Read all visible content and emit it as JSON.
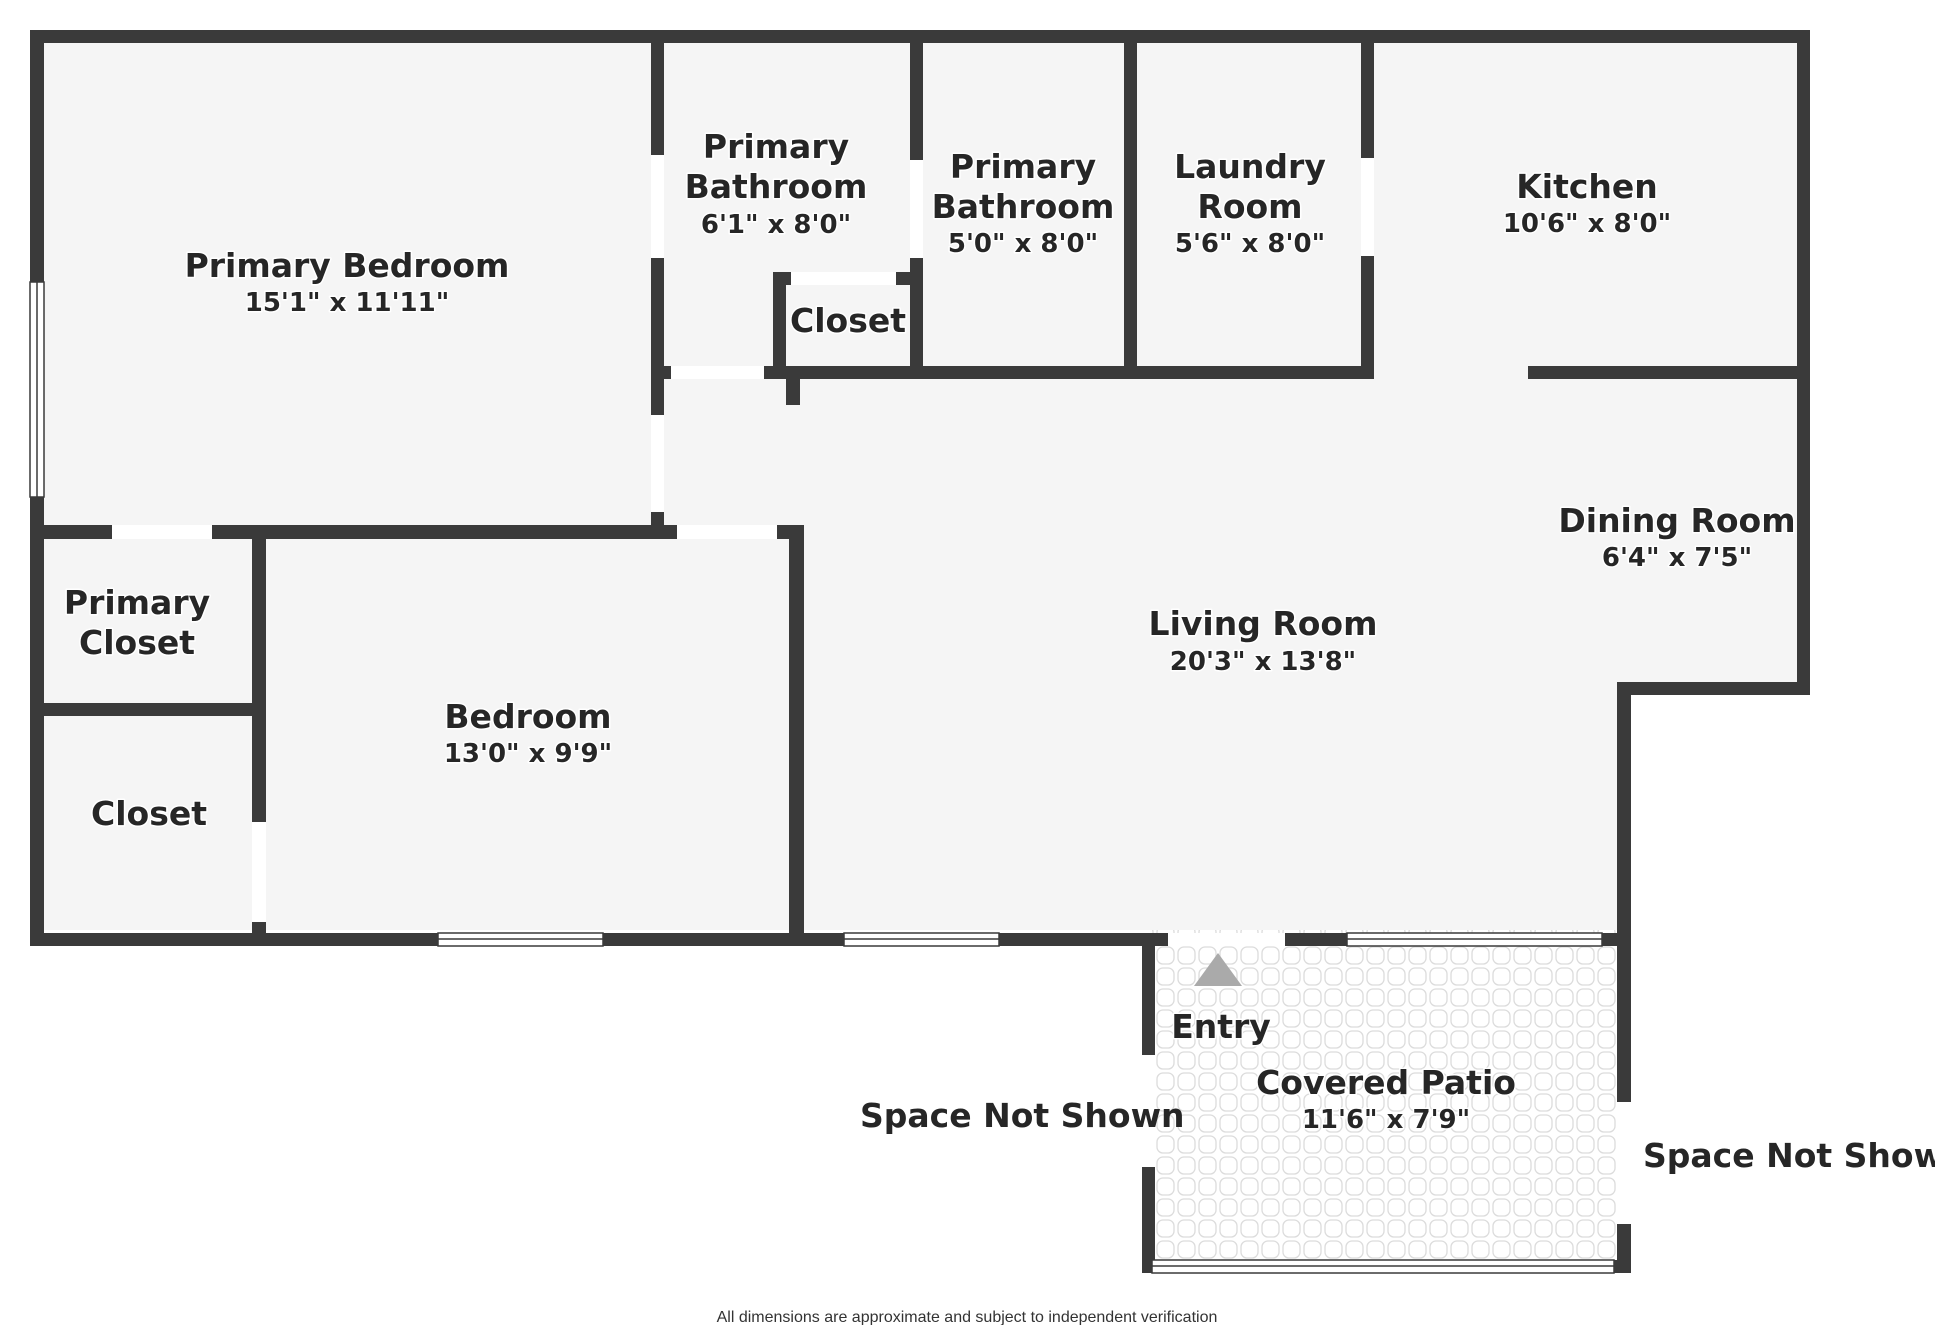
{
  "rooms": {
    "primary_bedroom": {
      "name": "Primary Bedroom",
      "dims": "15'1\" x 11'11\""
    },
    "primary_bathroom_1": {
      "name_line1": "Primary",
      "name_line2": "Bathroom",
      "dims": "6'1\" x 8'0\""
    },
    "primary_bathroom_2": {
      "name_line1": "Primary",
      "name_line2": "Bathroom",
      "dims": "5'0\" x 8'0\""
    },
    "laundry_room": {
      "name_line1": "Laundry",
      "name_line2": "Room",
      "dims": "5'6\" x 8'0\""
    },
    "kitchen": {
      "name": "Kitchen",
      "dims": "10'6\" x 8'0\""
    },
    "closet_small": {
      "name": "Closet"
    },
    "dining_room": {
      "name": "Dining Room",
      "dims": "6'4\" x 7'5\""
    },
    "living_room": {
      "name": "Living Room",
      "dims": "20'3\" x 13'8\""
    },
    "primary_closet": {
      "name_line1": "Primary",
      "name_line2": "Closet"
    },
    "closet": {
      "name": "Closet"
    },
    "bedroom": {
      "name": "Bedroom",
      "dims": "13'0\" x 9'9\""
    },
    "covered_patio": {
      "name": "Covered Patio",
      "dims": "11'6\" x 7'9\""
    }
  },
  "entry": {
    "label": "Entry"
  },
  "notes": {
    "space_left": "Space Not Shown",
    "space_right": "Space Not Shown"
  },
  "disclaimer": "All dimensions are approximate and subject to independent verification",
  "colors": {
    "wall": "#3a3a3a",
    "floor": "#f5f5f5",
    "patio_tile": "#dcdcdc",
    "entry_arrow": "#aaaaaa"
  }
}
